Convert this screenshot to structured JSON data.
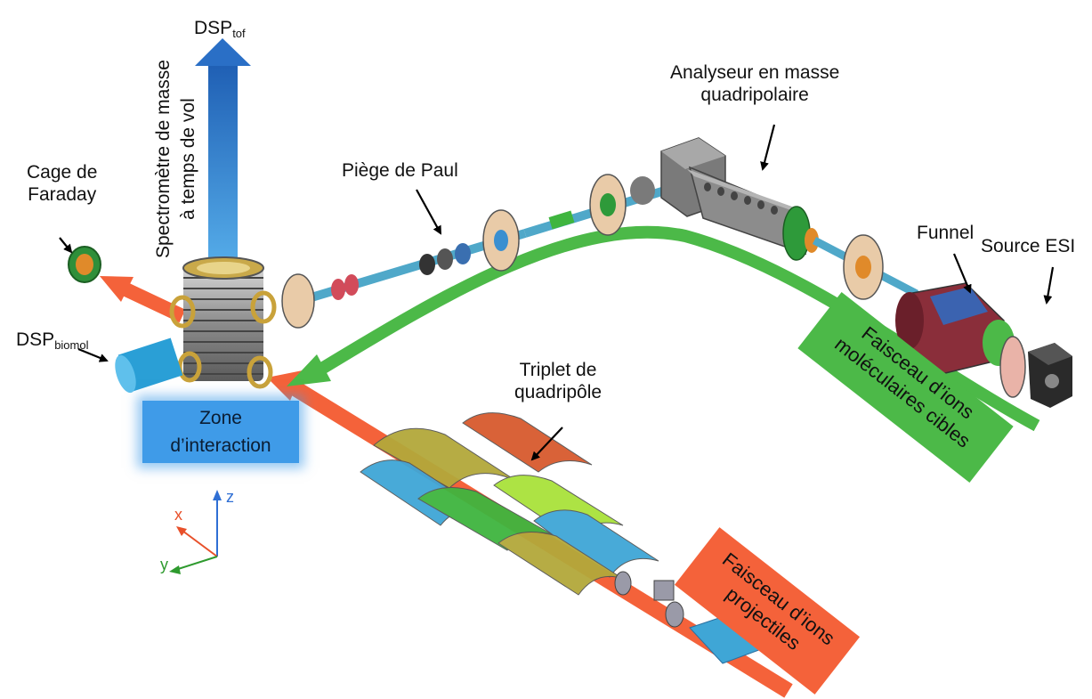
{
  "labels": {
    "dsp_tof_main": "DSP",
    "dsp_tof_sub": "tof",
    "dsp_biomol_main": "DSP",
    "dsp_biomol_sub": "biomol",
    "cage_line1": "Cage de",
    "cage_line2": "Faraday",
    "spectrometre_line1": "Spectromètre de masse",
    "spectrometre_line2": "à temps de vol",
    "piege": "Piège de Paul",
    "analyseur_line1": "Analyseur en masse",
    "analyseur_line2": "quadripolaire",
    "funnel": "Funnel",
    "source": "Source ESI",
    "triplet_line1": "Triplet de",
    "triplet_line2": "quadripôle",
    "zone_line1": "Zone",
    "zone_line2": "d’interaction",
    "cible_line1": "Faisceau d’ions",
    "cible_line2": "moléculaires cibles",
    "proj_line1": "Faisceau d’ions",
    "proj_line2": "projectiles"
  },
  "axes": {
    "x": "x",
    "y": "y",
    "z": "z"
  },
  "colors": {
    "tof_arrow": "#2f7fd4",
    "projectile_beam": "#f4623a",
    "target_beam": "#4cb948",
    "zone_box": "#3f9be8",
    "axis_x": "#e8502a",
    "axis_y": "#2e9a2e",
    "axis_z": "#2f6fd4"
  }
}
